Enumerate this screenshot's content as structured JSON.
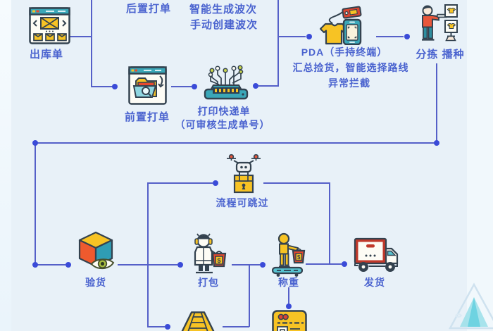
{
  "diagram": {
    "type": "warehouse-outbound-flowchart",
    "colors": {
      "background": "#e8f1f8",
      "connector_line": "#5560c8",
      "connector_dot": "#3a4bd8",
      "label_text": "#4a63cf",
      "icon_outline": "#33424f",
      "icon_yellow": "#f7c324",
      "icon_red": "#e8492f",
      "icon_teal": "#3aa7b8"
    },
    "nodes": {
      "post_print": {
        "label": "后置打单",
        "icon": "cut-off-above"
      },
      "wave": {
        "line1": "智能生成波次",
        "line2": "手动创建波次",
        "icon": "cut-off-above"
      },
      "outbound": {
        "label": "出库单",
        "icon": "browser-gallery-icon"
      },
      "pre_print": {
        "label": "前置打单",
        "icon": "browser-folder-icon"
      },
      "print_express": {
        "label": "打印快递单",
        "sub": "（可审核生成单号）",
        "icon": "smart-printer-icon"
      },
      "pda": {
        "label": "PDA（手持终端）",
        "desc1": "汇总捡货，智能选择路线",
        "desc2": "异常拦截",
        "icon": "pda-scanner-icon"
      },
      "sorting": {
        "label": "分拣 播种",
        "icon": "sorting-person-icon"
      },
      "skip": {
        "label": "流程可跳过",
        "icon": "drone-parcel-icon"
      },
      "inspect": {
        "label": "验货",
        "icon": "cube-eye-icon"
      },
      "pack": {
        "label": "打包",
        "icon": "packing-robot-icon"
      },
      "weigh": {
        "label": "称重",
        "icon": "weighing-person-icon"
      },
      "ship": {
        "label": "发货",
        "icon": "delivery-truck-icon"
      },
      "ramp": {
        "label": "",
        "icon": "loading-ramp-icon"
      },
      "machine": {
        "label": "",
        "icon": "terminal-machine-icon"
      }
    },
    "watermark": "triangle-logo-watermark"
  }
}
